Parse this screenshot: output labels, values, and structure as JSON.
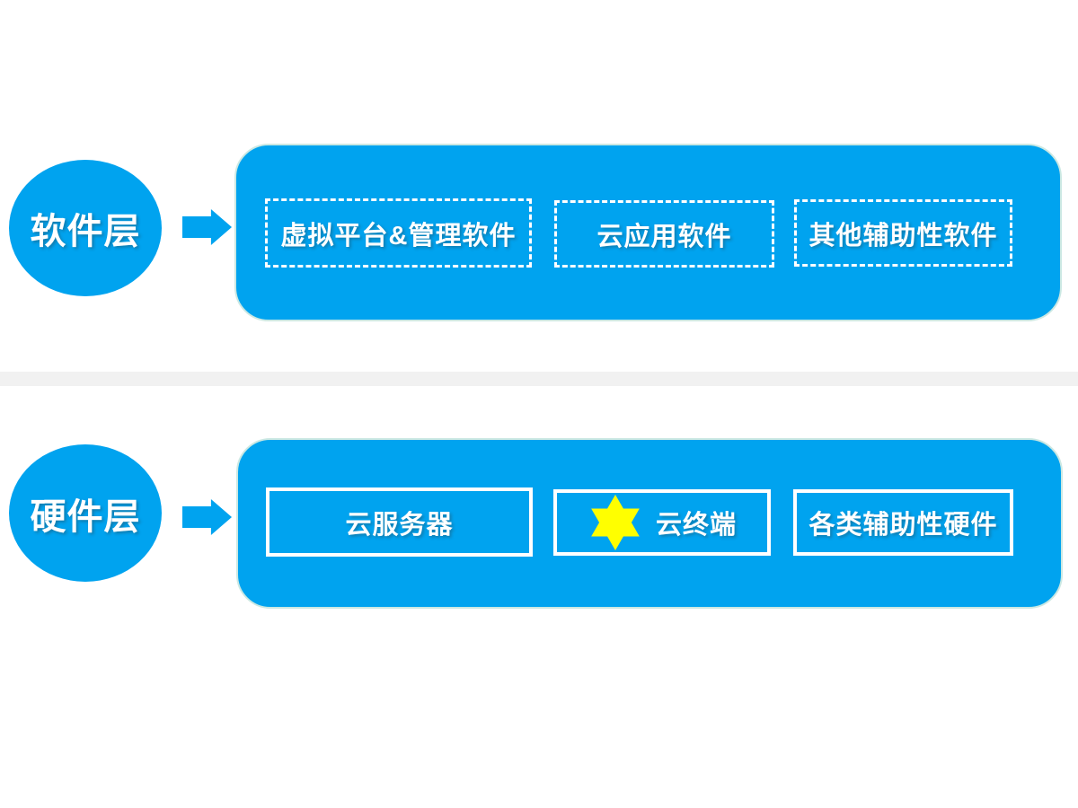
{
  "colors": {
    "primary_blue": "#00A3EF",
    "panel_outline": "#CBE8E3",
    "star_yellow": "#FFFF00",
    "divider_gray": "#F1F1F1",
    "text_white": "#FFFFFF"
  },
  "layers": [
    {
      "name": "software-layer",
      "circle_label": "软件层",
      "box_border_style": "dashed",
      "boxes": [
        {
          "label": "虚拟平台&管理软件"
        },
        {
          "label": "云应用软件"
        },
        {
          "label": "其他辅助性软件"
        }
      ]
    },
    {
      "name": "hardware-layer",
      "circle_label": "硬件层",
      "box_border_style": "solid",
      "boxes": [
        {
          "label": "云服务器"
        },
        {
          "label": "云终端",
          "icon": "star-icon"
        },
        {
          "label": "各类辅助性硬件"
        }
      ]
    }
  ]
}
